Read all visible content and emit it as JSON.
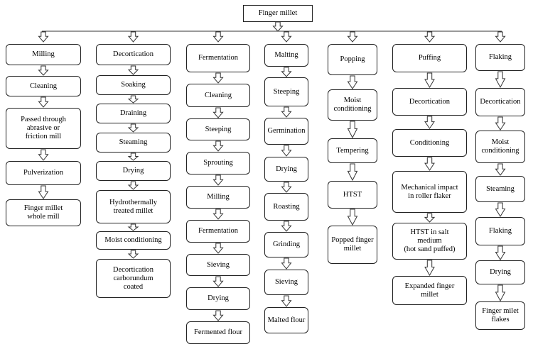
{
  "root": "Finger millet",
  "columns": [
    {
      "steps": [
        "Milling",
        "Cleaning",
        "Passed through\nabrasive or\nfriction mill",
        "Pulverization",
        "Finger millet\nwhole mill"
      ]
    },
    {
      "steps": [
        "Decortication",
        "Soaking",
        "Draining",
        "Steaming",
        "Drying",
        "Hydrothermally\ntreated millet",
        "Moist conditioning",
        "Decortication\ncarborundum\ncoated"
      ]
    },
    {
      "steps": [
        "Fermentation",
        "Cleaning",
        "Steeping",
        "Sprouting",
        "Milling",
        "Fermentation",
        "Sieving",
        "Drying",
        "Fermented flour"
      ]
    },
    {
      "steps": [
        "Malting",
        "Steeping",
        "Germination",
        "Drying",
        "Roasting",
        "Grinding",
        "Sieving",
        "Malted flour"
      ]
    },
    {
      "steps": [
        "Popping",
        "Moist\nconditioning",
        "Tempering",
        "HTST",
        "Popped finger\nmillet"
      ]
    },
    {
      "steps": [
        "Puffing",
        "Decortication",
        "Conditioning",
        "Mechanical impact\nin roller flaker",
        "HTST in salt\nmedium\n(hot sand puffed)",
        "Expanded finger\nmillet"
      ]
    },
    {
      "steps": [
        "Flaking",
        "Decortication",
        "Moist\nconditioning",
        "Steaming",
        "Flaking",
        "Drying",
        "Finger milet\nflakes"
      ]
    }
  ]
}
